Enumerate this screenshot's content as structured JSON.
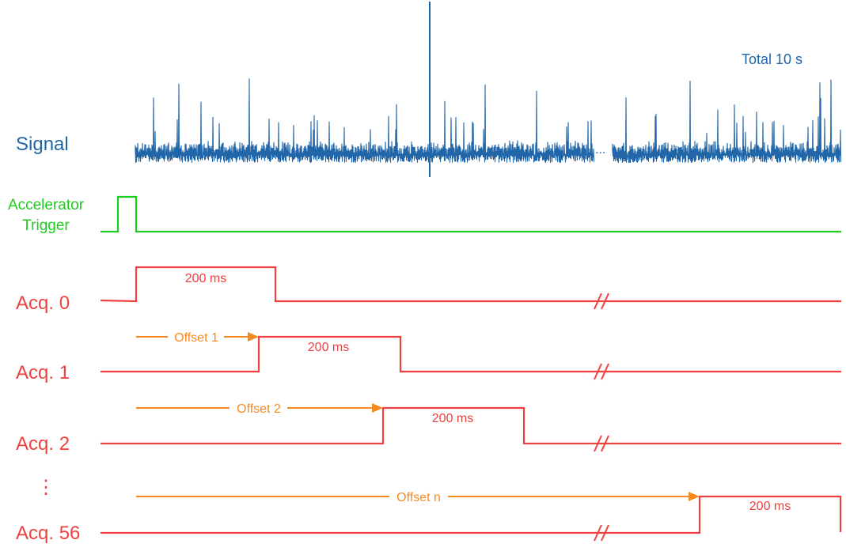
{
  "colors": {
    "signal": "#2166a8",
    "trigger": "#1fcc1f",
    "acq": "#f04141",
    "offset": "#f58a1f"
  },
  "signal": {
    "label": "Signal",
    "total_label": "Total 10 s",
    "gap_marker": "..."
  },
  "trigger": {
    "label_line1": "Accelerator",
    "label_line2": "Trigger"
  },
  "acquisitions": [
    {
      "label": "Acq. 0",
      "window_label": "200 ms",
      "offset_label": ""
    },
    {
      "label": "Acq. 1",
      "window_label": "200 ms",
      "offset_label": "Offset 1"
    },
    {
      "label": "Acq. 2",
      "window_label": "200 ms",
      "offset_label": "Offset 2"
    },
    {
      "label": "Acq. 56",
      "window_label": "200 ms",
      "offset_label": "Offset n"
    }
  ],
  "ellipsis_marker": "⋮",
  "break_marker": "//"
}
